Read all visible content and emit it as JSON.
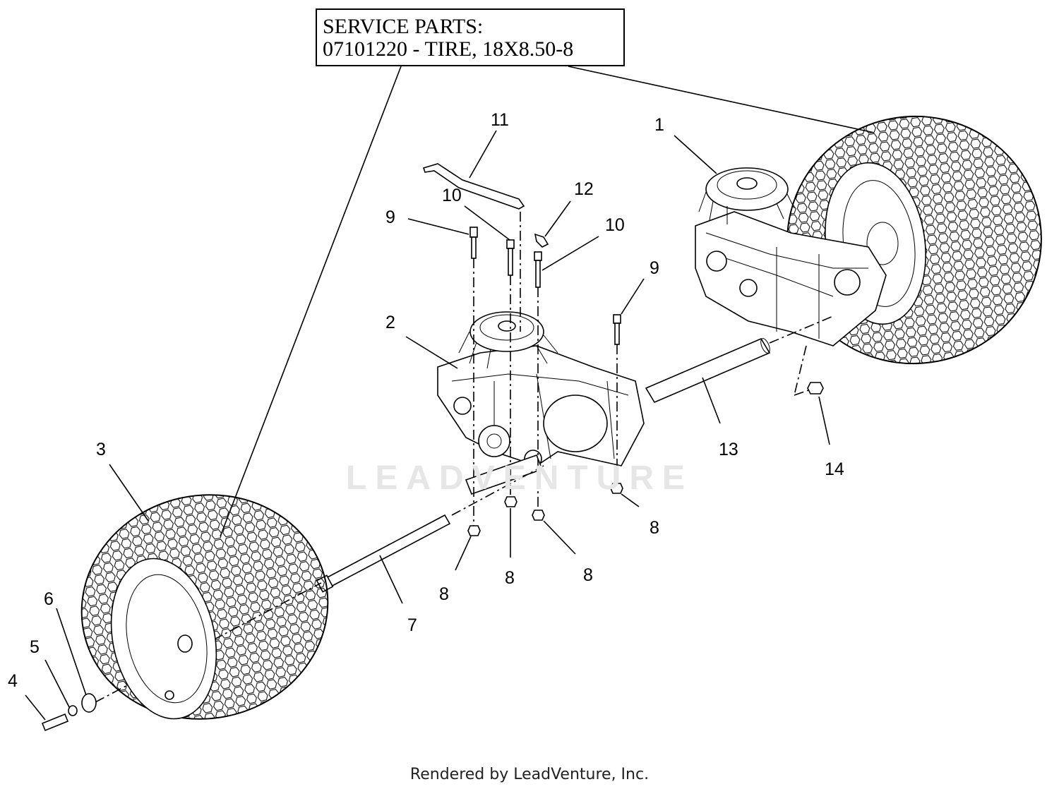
{
  "callout": {
    "line1": "SERVICE PARTS:",
    "line2": "07101220 - TIRE, 18X8.50-8"
  },
  "watermark": "LEADVENTURE",
  "footer": "Rendered by LeadVenture, Inc.",
  "labels": [
    {
      "id": "1",
      "text": "1"
    },
    {
      "id": "2",
      "text": "2"
    },
    {
      "id": "3",
      "text": "3"
    },
    {
      "id": "4",
      "text": "4"
    },
    {
      "id": "5",
      "text": "5"
    },
    {
      "id": "6",
      "text": "6"
    },
    {
      "id": "7",
      "text": "7"
    },
    {
      "id": "8a",
      "text": "8"
    },
    {
      "id": "8b",
      "text": "8"
    },
    {
      "id": "8c",
      "text": "8"
    },
    {
      "id": "8d",
      "text": "8"
    },
    {
      "id": "9a",
      "text": "9"
    },
    {
      "id": "9b",
      "text": "9"
    },
    {
      "id": "10a",
      "text": "10"
    },
    {
      "id": "10b",
      "text": "10"
    },
    {
      "id": "11",
      "text": "11"
    },
    {
      "id": "12",
      "text": "12"
    },
    {
      "id": "13",
      "text": "13"
    },
    {
      "id": "14",
      "text": "14"
    }
  ]
}
